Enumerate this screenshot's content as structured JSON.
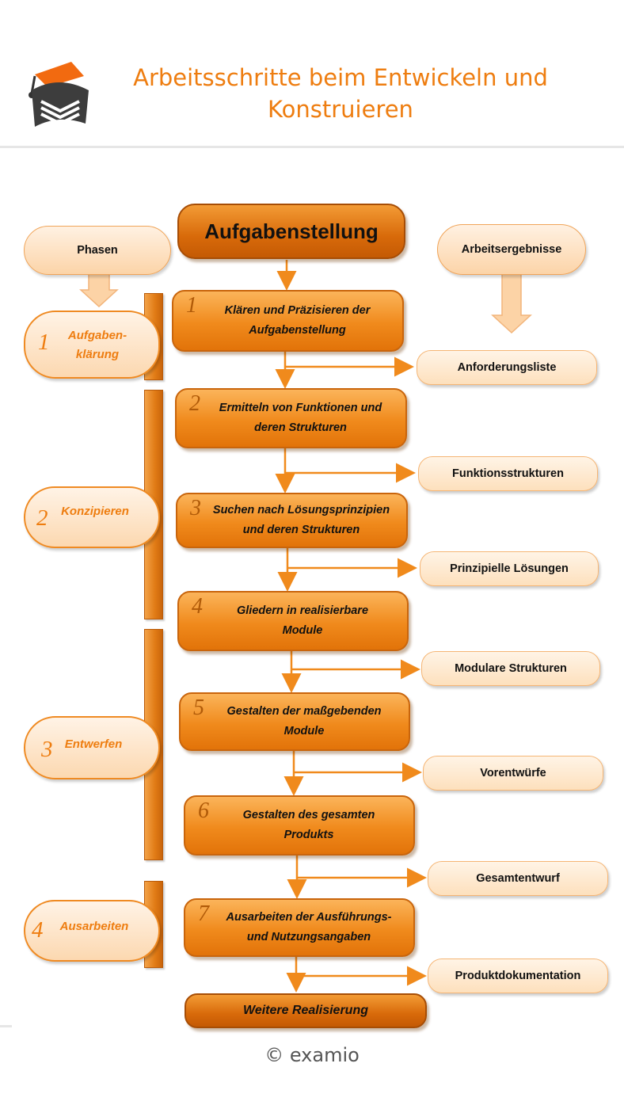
{
  "header": {
    "title_line1": "Arbeitsschritte beim Entwickeln und",
    "title_line2": "Konstruieren"
  },
  "icons": {
    "logo": "graduation-cap-book-icon"
  },
  "colors": {
    "accent": "#ee7d10",
    "step_fill": "#f08a1c",
    "result_fill": "#fde0bd"
  },
  "diagram": {
    "start": "Aufgabenstellung",
    "end": "Weitere Realisierung",
    "phases_header": "Phasen",
    "results_header": "Arbeitsergebnisse",
    "steps": [
      {
        "num": "1",
        "line1": "Klären und Präzisieren der",
        "line2": "Aufgabenstellung"
      },
      {
        "num": "2",
        "line1": "Ermitteln von Funktionen und",
        "line2": "deren Strukturen"
      },
      {
        "num": "3",
        "line1": "Suchen nach Lösungsprinzipien",
        "line2": "und deren Strukturen"
      },
      {
        "num": "4",
        "line1": "Gliedern in realisierbare",
        "line2": "Module"
      },
      {
        "num": "5",
        "line1": "Gestalten der maßgebenden",
        "line2": "Module"
      },
      {
        "num": "6",
        "line1": "Gestalten des gesamten",
        "line2": "Produkts"
      },
      {
        "num": "7",
        "line1": "Ausarbeiten der Ausführungs-",
        "line2": "und Nutzungsangaben"
      }
    ],
    "results": [
      "Anforderungsliste",
      "Funktionsstrukturen",
      "Prinzipielle Lösungen",
      "Modulare Strukturen",
      "Vorentwürfe",
      "Gesamtentwurf",
      "Produktdokumentation"
    ],
    "phases": [
      {
        "num": "1",
        "line1": "Aufgaben-",
        "line2": "klärung"
      },
      {
        "num": "2",
        "line1": "Konzipieren",
        "line2": ""
      },
      {
        "num": "3",
        "line1": "Entwerfen",
        "line2": ""
      },
      {
        "num": "4",
        "line1": "Ausarbeiten",
        "line2": ""
      }
    ]
  },
  "footer": {
    "copyright": "© examio"
  }
}
